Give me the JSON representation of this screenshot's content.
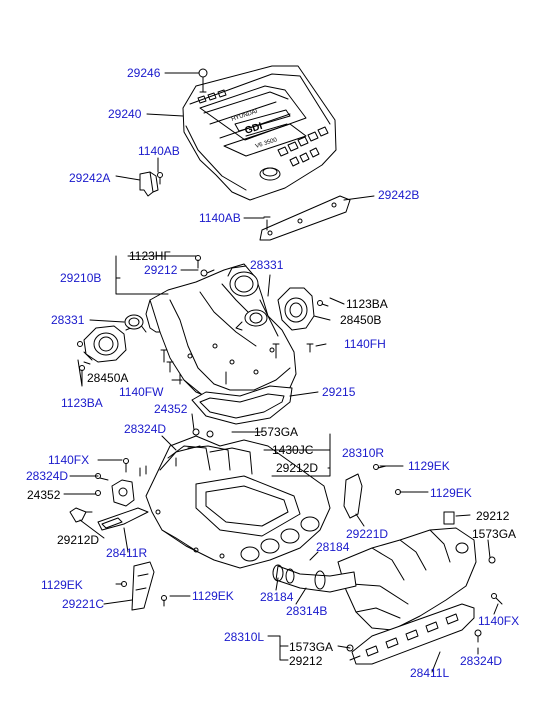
{
  "colors": {
    "link": "#1a1acc",
    "plain": "#000000",
    "line": "#000000",
    "background": "#ffffff"
  },
  "parts": {
    "p29246": "29246",
    "p29240": "29240",
    "p1140AB_top": "1140AB",
    "p29242A": "29242A",
    "p1140AB_mid": "1140AB",
    "p29242B": "29242B",
    "p1123HF": "1123HF",
    "p29210B": "29210B",
    "p29212_a": "29212",
    "p28331_r": "28331",
    "p1123BA_r": "1123BA",
    "p28450B": "28450B",
    "p28331_l": "28331",
    "p1140FH": "1140FH",
    "p28450A": "28450A",
    "p1140FW": "1140FW",
    "p29215": "29215",
    "p1123BA_l": "1123BA",
    "p24352_a": "24352",
    "p28324D_a": "28324D",
    "p1573GA_a": "1573GA",
    "p1430JC": "1430JC",
    "p28310R": "28310R",
    "p29212D_a": "29212D",
    "p1140FX_a": "1140FX",
    "p1129EK_a": "1129EK",
    "p28324D_b": "28324D",
    "p1129EK_b": "1129EK",
    "p24352_b": "24352",
    "p29212_b": "29212",
    "p29221D": "29221D",
    "p1573GA_b": "1573GA",
    "p29212D_b": "29212D",
    "p28411R": "28411R",
    "p28184_a": "28184",
    "p1129EK_c": "1129EK",
    "p29221C": "29221C",
    "p1129EK_d": "1129EK",
    "p28184_b": "28184",
    "p28314B": "28314B",
    "p28310L": "28310L",
    "p1573GA_c": "1573GA",
    "p1140FX_b": "1140FX",
    "p29212_c": "29212",
    "p28324D_c": "28324D",
    "p28411L": "28411L"
  },
  "cover_text": {
    "brand": "HYUNDAI",
    "badge": "GDI",
    "engine": "V6 3500"
  }
}
